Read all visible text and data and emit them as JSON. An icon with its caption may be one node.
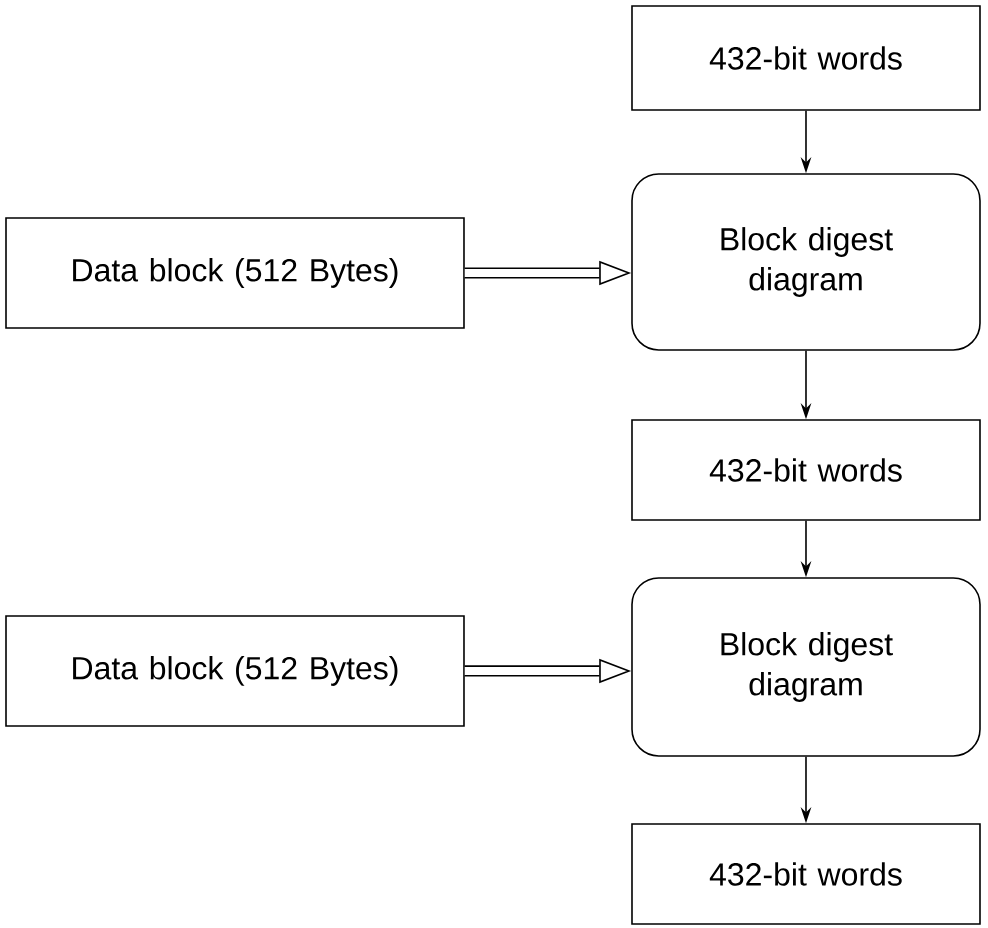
{
  "diagram": {
    "nodes": [
      {
        "text": [
          "432-bit words"
        ]
      },
      {
        "text": [
          "Data block (512 Bytes)"
        ]
      },
      {
        "text": [
          "Block digest diagram"
        ]
      },
      {
        "text": [
          "432-bit words"
        ]
      },
      {
        "text": [
          "Data block (512 Bytes)"
        ]
      },
      {
        "text": [
          "Block digest diagram"
        ]
      },
      {
        "text": [
          "432-bit words"
        ]
      }
    ],
    "edges": [
      {
        "from": 0,
        "to": 2,
        "arrow": "to"
      },
      {
        "from": 1,
        "to": 2,
        "arrow": "to",
        "style": "thick"
      },
      {
        "from": 2,
        "to": 3,
        "arrow": "to"
      },
      {
        "from": 3,
        "to": 5,
        "arrow": "to"
      },
      {
        "from": 4,
        "to": 5,
        "arrow": "to",
        "style": "thick"
      },
      {
        "from": 5,
        "to": 6,
        "arrow": "to"
      }
    ]
  }
}
